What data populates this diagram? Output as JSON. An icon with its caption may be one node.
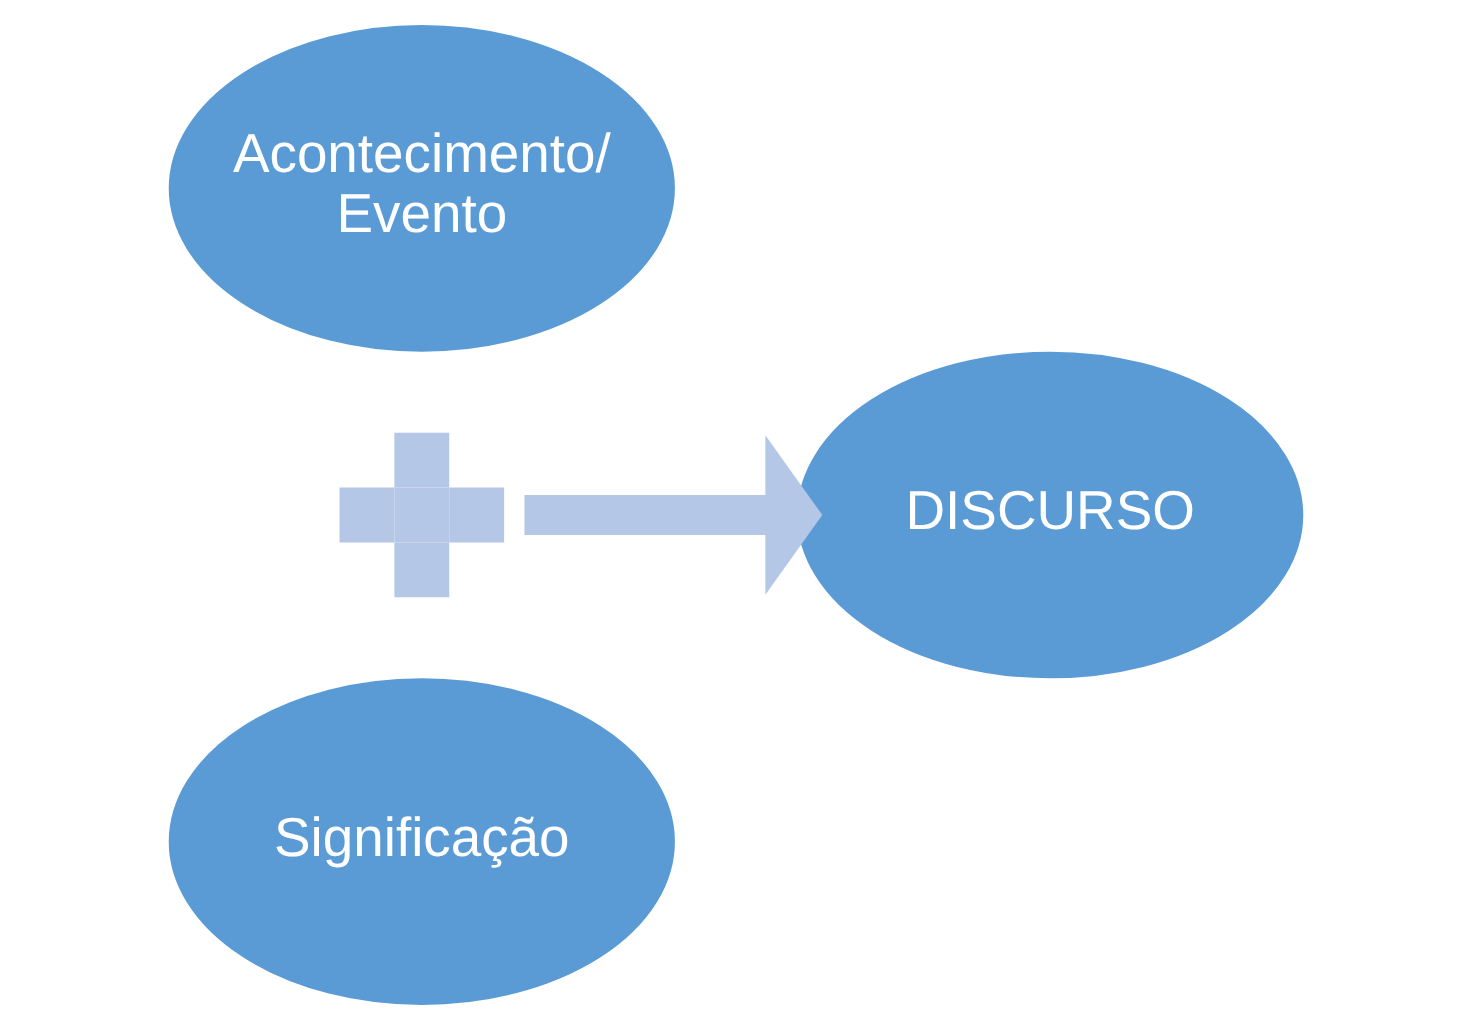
{
  "diagram": {
    "nodes": [
      {
        "text": [
          "Acontecimento/ Evento"
        ]
      },
      {
        "text": [],
        "shape": "plus"
      },
      {
        "text": [
          "Significação"
        ]
      },
      {
        "text": [
          "DISCURSO"
        ]
      }
    ],
    "edges": [
      {
        "from": 1,
        "to": 3,
        "arrow": "to"
      }
    ]
  }
}
